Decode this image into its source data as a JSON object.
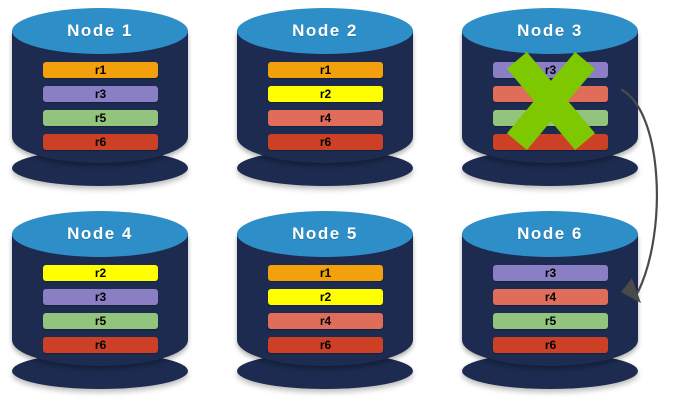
{
  "diagram": {
    "title": "Distributed replica placement across six nodes with Node 3 failure",
    "colors": {
      "node_body": "#1C2B4F",
      "node_top": "#2E8FC8",
      "node_label_text": "#FFFFFF",
      "failure_mark": "#7DC800",
      "arrow": "#4A4A4A",
      "background": "#FFFFFF"
    },
    "replica_colors": {
      "r1": "#F2A00C",
      "r2": "#FFFF00",
      "r3": "#8A7FC4",
      "r4": "#E06C5A",
      "r5": "#92C47D",
      "r6": "#CC4125"
    },
    "nodes": [
      {
        "id": "node-1",
        "label": "Node  1",
        "failed": false,
        "replicas": [
          {
            "id": "r1",
            "label": "r1",
            "color": "#F2A00C"
          },
          {
            "id": "r3",
            "label": "r3",
            "color": "#8A7FC4"
          },
          {
            "id": "r5",
            "label": "r5",
            "color": "#92C47D"
          },
          {
            "id": "r6",
            "label": "r6",
            "color": "#CC4125"
          }
        ]
      },
      {
        "id": "node-2",
        "label": "Node  2",
        "failed": false,
        "replicas": [
          {
            "id": "r1",
            "label": "r1",
            "color": "#F2A00C"
          },
          {
            "id": "r2",
            "label": "r2",
            "color": "#FFFF00"
          },
          {
            "id": "r4",
            "label": "r4",
            "color": "#E06C5A"
          },
          {
            "id": "r6",
            "label": "r6",
            "color": "#CC4125"
          }
        ]
      },
      {
        "id": "node-3",
        "label": "Node  3",
        "failed": true,
        "replicas": [
          {
            "id": "r3",
            "label": "r3",
            "color": "#8A7FC4"
          },
          {
            "id": "r4",
            "label": "",
            "color": "#E06C5A"
          },
          {
            "id": "r5",
            "label": "",
            "color": "#92C47D"
          },
          {
            "id": "r6",
            "label": "",
            "color": "#CC4125"
          }
        ]
      },
      {
        "id": "node-4",
        "label": "Node  4",
        "failed": false,
        "replicas": [
          {
            "id": "r2",
            "label": "r2",
            "color": "#FFFF00"
          },
          {
            "id": "r3",
            "label": "r3",
            "color": "#8A7FC4"
          },
          {
            "id": "r5",
            "label": "r5",
            "color": "#92C47D"
          },
          {
            "id": "r6",
            "label": "r6",
            "color": "#CC4125"
          }
        ]
      },
      {
        "id": "node-5",
        "label": "Node  5",
        "failed": false,
        "replicas": [
          {
            "id": "r1",
            "label": "r1",
            "color": "#F2A00C"
          },
          {
            "id": "r2",
            "label": "r2",
            "color": "#FFFF00"
          },
          {
            "id": "r4",
            "label": "r4",
            "color": "#E06C5A"
          },
          {
            "id": "r6",
            "label": "r6",
            "color": "#CC4125"
          }
        ]
      },
      {
        "id": "node-6",
        "label": "Node  6",
        "failed": false,
        "replicas": [
          {
            "id": "r3",
            "label": "r3",
            "color": "#8A7FC4"
          },
          {
            "id": "r4",
            "label": "r4",
            "color": "#E06C5A"
          },
          {
            "id": "r5",
            "label": "r5",
            "color": "#92C47D"
          },
          {
            "id": "r6",
            "label": "r6",
            "color": "#CC4125"
          }
        ]
      }
    ],
    "arrow": {
      "from": "node-3",
      "to": "node-6",
      "label": ""
    }
  }
}
